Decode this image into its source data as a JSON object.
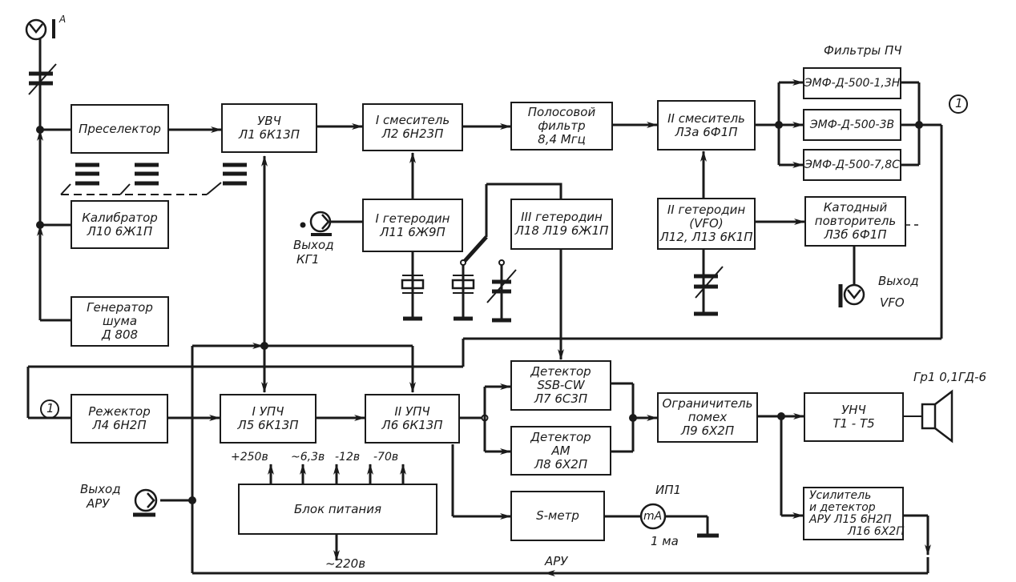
{
  "diagram": {
    "antenna_label": "A",
    "if_filters_title": "Фильтры ПЧ",
    "node_marker": "1",
    "blocks": {
      "preselector": {
        "line1": "Преселектор"
      },
      "rf_amp": {
        "line1": "УВЧ",
        "line2": "Л1  6К13П"
      },
      "mixer1": {
        "line1": "I смеситель",
        "line2": "Л2  6Н23П"
      },
      "bandpass": {
        "line1": "Полосовой",
        "line2": "фильтр",
        "line3": "8,4 Мгц"
      },
      "mixer2": {
        "line1": "II смеситель",
        "line2": "Л3а  6Ф1П"
      },
      "filter1": {
        "line1": "ЭМФ-Д-500-1,3Н"
      },
      "filter2": {
        "line1": "ЭМФ-Д-500-3В"
      },
      "filter3": {
        "line1": "ЭМФ-Д-500-7,8С"
      },
      "calibrator": {
        "line1": "Калибратор",
        "line2": "Л10  6Ж1П"
      },
      "noise_gen": {
        "line1": "Генератор",
        "line2": "шума",
        "line3": "Д 808"
      },
      "lo1": {
        "line1": "I гетеродин",
        "line2": "Л11  6Ж9П"
      },
      "lo3": {
        "line1": "III гетеродин",
        "line2": "Л18 Л19  6Ж1П"
      },
      "lo2": {
        "line1": "II гетеродин",
        "line2": "(VFO)",
        "line3": "Л12, Л13  6К1П"
      },
      "cathode_follower": {
        "line1": "Катодный",
        "line2": "повторитель",
        "line3": "Л3б  6Ф1П"
      },
      "rejector": {
        "line1": "Режектор",
        "line2": "Л4  6Н2П"
      },
      "if_amp1": {
        "line1": "I УПЧ",
        "line2": "Л5  6К13П"
      },
      "if_amp2": {
        "line1": "II УПЧ",
        "line2": "Л6  6К13П"
      },
      "det_ssb": {
        "line1": "Детектор",
        "line2": "SSB-CW",
        "line3": "Л7  6С3П"
      },
      "det_am": {
        "line1": "Детектор",
        "line2": "АМ",
        "line3": "Л8  6Х2П"
      },
      "limiter": {
        "line1": "Ограничитель",
        "line2": "помех",
        "line3": "Л9  6Х2П"
      },
      "af_amp": {
        "line1": "УНЧ",
        "line2": "Т1 - Т5"
      },
      "power": {
        "line1": "Блок    питания"
      },
      "s_meter": {
        "line1": "S-метр"
      },
      "agc_amp": {
        "line1": "Усилитель",
        "line2": "и детектор",
        "line3": "АРУ  Л15 6Н2П",
        "line4": "Л16 6Х2П"
      }
    },
    "labels": {
      "out_kg1_1": "Выход",
      "out_kg1_2": "КГ1",
      "out_vfo_1": "Выход",
      "out_vfo_2": "VFO",
      "out_agc_1": "Выход",
      "out_agc_2": "АРУ",
      "speaker": "Гр1  0,1ГД-6",
      "v250": "+250в",
      "v63": "~6,3в",
      "v12": "-12в",
      "v70": "-70в",
      "v220": "~220в",
      "meter_name": "ИП1",
      "meter_glyph": "mA",
      "meter_range": "1 ма",
      "agc_bus": "АРУ"
    }
  }
}
